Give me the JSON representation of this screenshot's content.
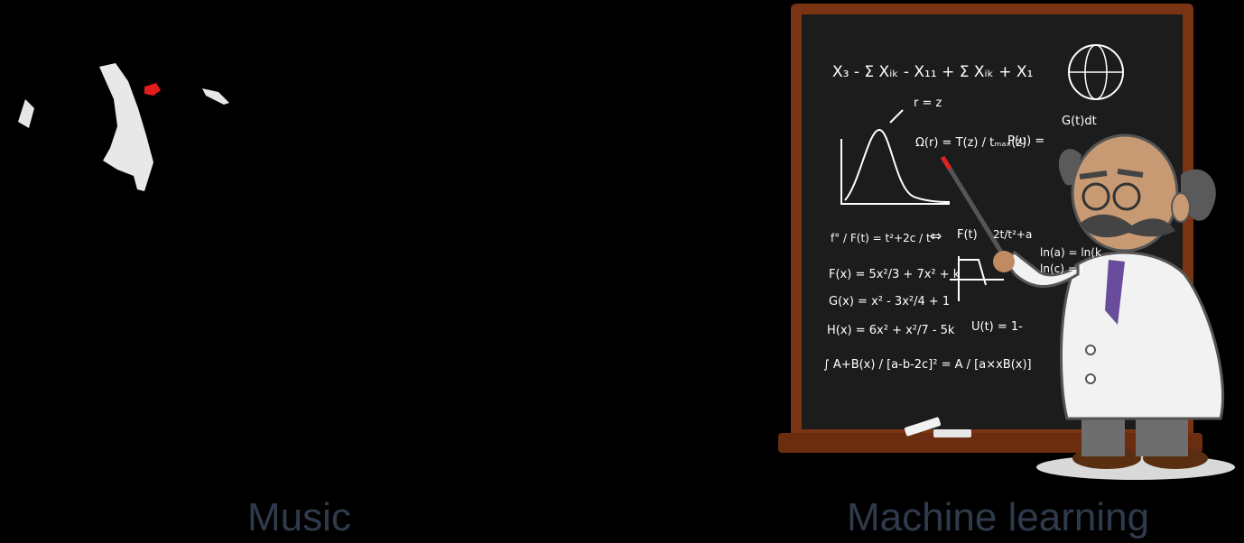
{
  "captions": {
    "music": "Music",
    "machine_learning": "Machine learning"
  },
  "blackboard": {
    "equations": [
      "X₃ - Σ Xᵢₖ - X₁₁ + Σ Xᵢₖ + X₁",
      "r = z",
      "Ω(r) = T(z) / tₘₐₓ(z)",
      "P(u) =",
      "G(t)dt",
      "f° / F(t) = t²+2c / tⁿ",
      "⇔",
      "F(t)",
      "2t/t²+a",
      "ln(a) = ln(k",
      "ln(c) = l",
      "F(x) = 5x²/3 + 7x² + k",
      "G(x) = x² - 3x²/4 + 1",
      "H(x) = 6x² + x²/7 - 5k",
      "U(t) = 1-",
      "∫ A+B(x) / [a-b-2c]² = A / [a×xB(x)]"
    ]
  },
  "icons": {
    "music_icon": "penguin-silhouette",
    "ml_icon": "professor-at-blackboard"
  },
  "colors": {
    "background": "#000000",
    "caption": "#2f3b4c",
    "board_frame": "#7a3413",
    "board_surface": "#1c1c1c"
  }
}
